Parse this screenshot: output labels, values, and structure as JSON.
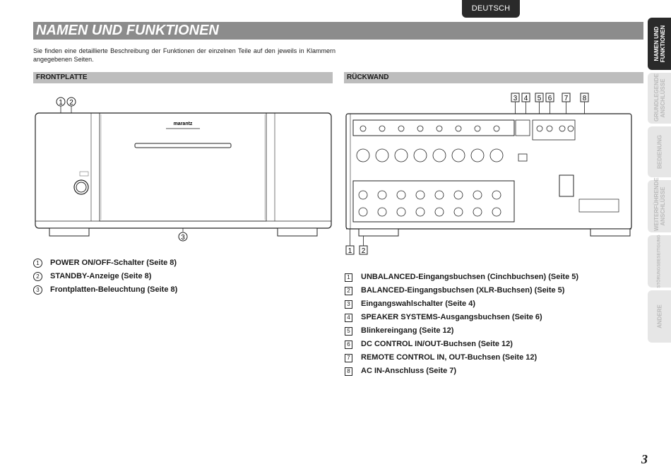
{
  "language_tab": "DEUTSCH",
  "title": "NAMEN UND FUNKTIONEN",
  "intro": "Sie finden eine detaillierte Beschreibung der Funktionen der einzelnen Teile auf den jeweils in Klammern angegebenen Seiten.",
  "front": {
    "heading": "FRONTPLATTE",
    "brand": "marantz",
    "callouts": [
      "1",
      "2",
      "3"
    ],
    "items": [
      {
        "num": "1",
        "text": "POWER ON/OFF-Schalter (Seite 8)"
      },
      {
        "num": "2",
        "text": "STANDBY-Anzeige (Seite 8)"
      },
      {
        "num": "3",
        "text": "Frontplatten-Beleuchtung (Seite 8)"
      }
    ]
  },
  "rear": {
    "heading": "RÜCKWAND",
    "callouts": [
      "1",
      "2",
      "3",
      "4",
      "5",
      "6",
      "7",
      "8"
    ],
    "items": [
      {
        "num": "1",
        "text": "UNBALANCED-Eingangsbuchsen (Cinchbuchsen) (Seite 5)"
      },
      {
        "num": "2",
        "text": "BALANCED-Eingangsbuchsen (XLR-Buchsen) (Seite 5)"
      },
      {
        "num": "3",
        "text": "Eingangswahlschalter (Seite 4)"
      },
      {
        "num": "4",
        "text": "SPEAKER SYSTEMS-Ausgangsbuchsen (Seite 6)"
      },
      {
        "num": "5",
        "text": "Blinkereingang (Seite 12)"
      },
      {
        "num": "6",
        "text": "DC CONTROL IN/OUT-Buchsen (Seite 12)"
      },
      {
        "num": "7",
        "text": "REMOTE CONTROL IN, OUT-Buchsen (Seite 12)"
      },
      {
        "num": "8",
        "text": "AC IN-Anschluss (Seite 7)"
      }
    ]
  },
  "side_tabs": [
    {
      "label": "NAMEN UND FUNKTIONEN",
      "active": true
    },
    {
      "label": "GRUNDLEGENDE ANSCHLÜSSE",
      "active": false
    },
    {
      "label": "BEDIENUNG",
      "active": false
    },
    {
      "label": "WEITERFÜHRENDE ANSCHLÜSSE",
      "active": false
    },
    {
      "label": "STÖRUNGSBESEITIGUNG",
      "active": false
    },
    {
      "label": "ANDERE",
      "active": false
    }
  ],
  "page_number": "3"
}
